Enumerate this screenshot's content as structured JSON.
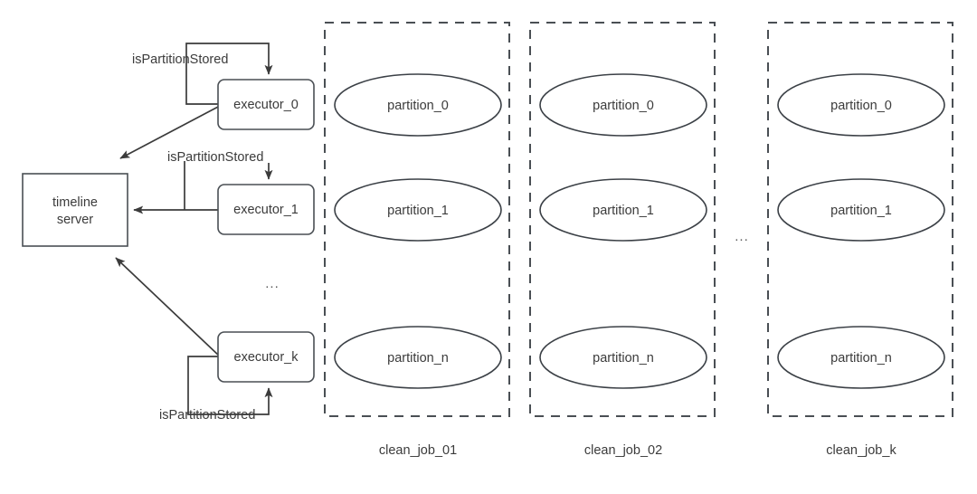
{
  "diagram": {
    "title": "timeline server and clean job partition diagram",
    "colors": {
      "stroke": "#3b3b3b",
      "box_stroke": "#4a4f54",
      "text": "#3b3b3b",
      "background": "#ffffff"
    },
    "server": {
      "line1": "timeline",
      "line2": "server"
    },
    "executors": [
      {
        "label": "executor_0",
        "edge_label": "isPartitionStored"
      },
      {
        "label": "executor_1",
        "edge_label": "isPartitionStored"
      },
      {
        "label": "executor_k",
        "edge_label": "isPartitionStored"
      }
    ],
    "executor_ellipsis": "...",
    "group_ellipsis": "...",
    "jobs": [
      {
        "label": "clean_job_01",
        "partitions": [
          "partition_0",
          "partition_1",
          "partition_n"
        ]
      },
      {
        "label": "clean_job_02",
        "partitions": [
          "partition_0",
          "partition_1",
          "partition_n"
        ]
      },
      {
        "label": "clean_job_k",
        "partitions": [
          "partition_0",
          "partition_1",
          "partition_n"
        ]
      }
    ]
  }
}
